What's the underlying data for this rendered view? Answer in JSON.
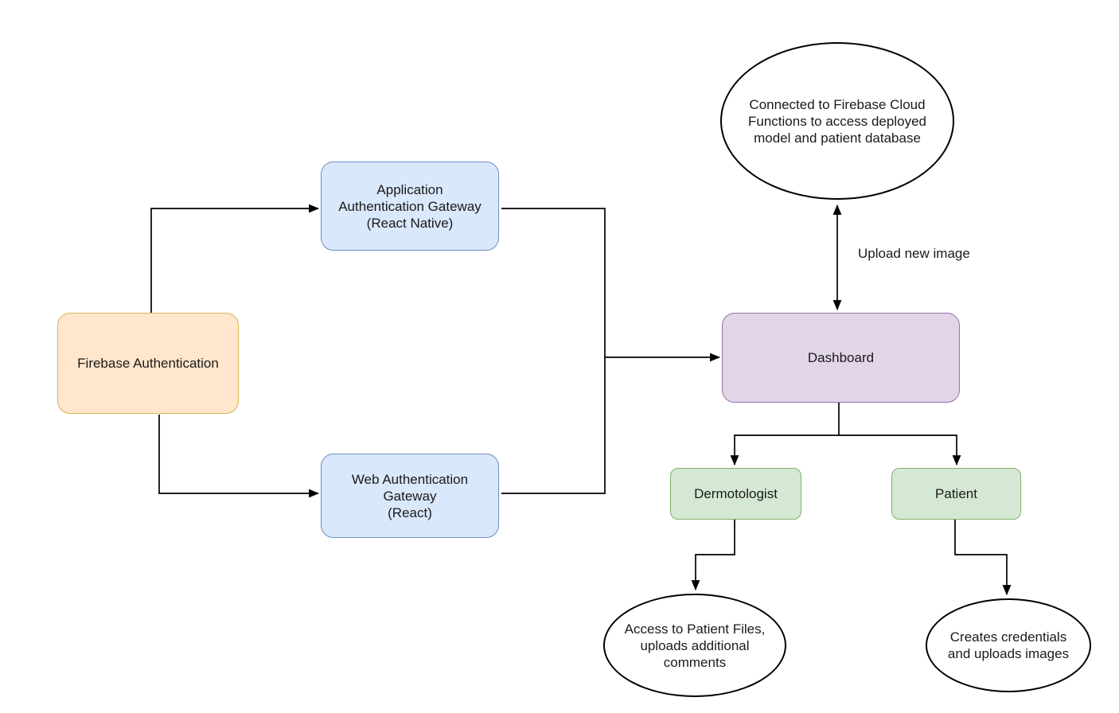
{
  "diagram": {
    "type": "flowchart",
    "background_color": "#FFFFFF",
    "edge_color": "#000000",
    "nodes": {
      "firebase_auth": {
        "label": "Firebase Authentication",
        "shape": "rounded-rectangle",
        "fill": "#FFE6CC",
        "stroke": "#D6B656"
      },
      "app_gateway": {
        "label": "Application\nAuthentication Gateway\n(React Native)",
        "shape": "rounded-rectangle",
        "fill": "#DAE8FC",
        "stroke": "#6C8EBF"
      },
      "web_gateway": {
        "label": "Web Authentication\nGateway\n(React)",
        "shape": "rounded-rectangle",
        "fill": "#DAE8FC",
        "stroke": "#6C8EBF"
      },
      "dashboard": {
        "label": "Dashboard",
        "shape": "rounded-rectangle",
        "fill": "#E1D5E7",
        "stroke": "#9673A6"
      },
      "dermotologist": {
        "label": "Dermotologist",
        "shape": "rounded-rectangle",
        "fill": "#D5E8D4",
        "stroke": "#82B366"
      },
      "patient": {
        "label": "Patient",
        "shape": "rounded-rectangle",
        "fill": "#D5E8D4",
        "stroke": "#82B366"
      },
      "cloud_functions": {
        "label": "Connected to Firebase Cloud\nFunctions to access deployed\nmodel and patient database",
        "shape": "ellipse",
        "fill": "#FFFFFF",
        "stroke": "#000000"
      },
      "dermotologist_role": {
        "label": "Access to Patient Files,\nuploads additional\ncomments",
        "shape": "ellipse",
        "fill": "#FFFFFF",
        "stroke": "#000000"
      },
      "patient_role": {
        "label": "Creates credentials\nand uploads images",
        "shape": "ellipse",
        "fill": "#FFFFFF",
        "stroke": "#000000"
      }
    },
    "edges": [
      {
        "from": "firebase_auth",
        "to": "app_gateway",
        "arrow": "end",
        "label": ""
      },
      {
        "from": "firebase_auth",
        "to": "web_gateway",
        "arrow": "end",
        "label": ""
      },
      {
        "from": "app_gateway",
        "to": "dashboard",
        "arrow": "end",
        "label": ""
      },
      {
        "from": "web_gateway",
        "to": "dashboard",
        "arrow": "end",
        "label": ""
      },
      {
        "from": "cloud_functions",
        "to": "dashboard",
        "arrow": "both",
        "label": "Upload new image"
      },
      {
        "from": "dashboard",
        "to": "dermotologist",
        "arrow": "end",
        "label": ""
      },
      {
        "from": "dashboard",
        "to": "patient",
        "arrow": "end",
        "label": ""
      },
      {
        "from": "dermotologist",
        "to": "dermotologist_role",
        "arrow": "end",
        "label": ""
      },
      {
        "from": "patient",
        "to": "patient_role",
        "arrow": "end",
        "label": ""
      }
    ]
  }
}
